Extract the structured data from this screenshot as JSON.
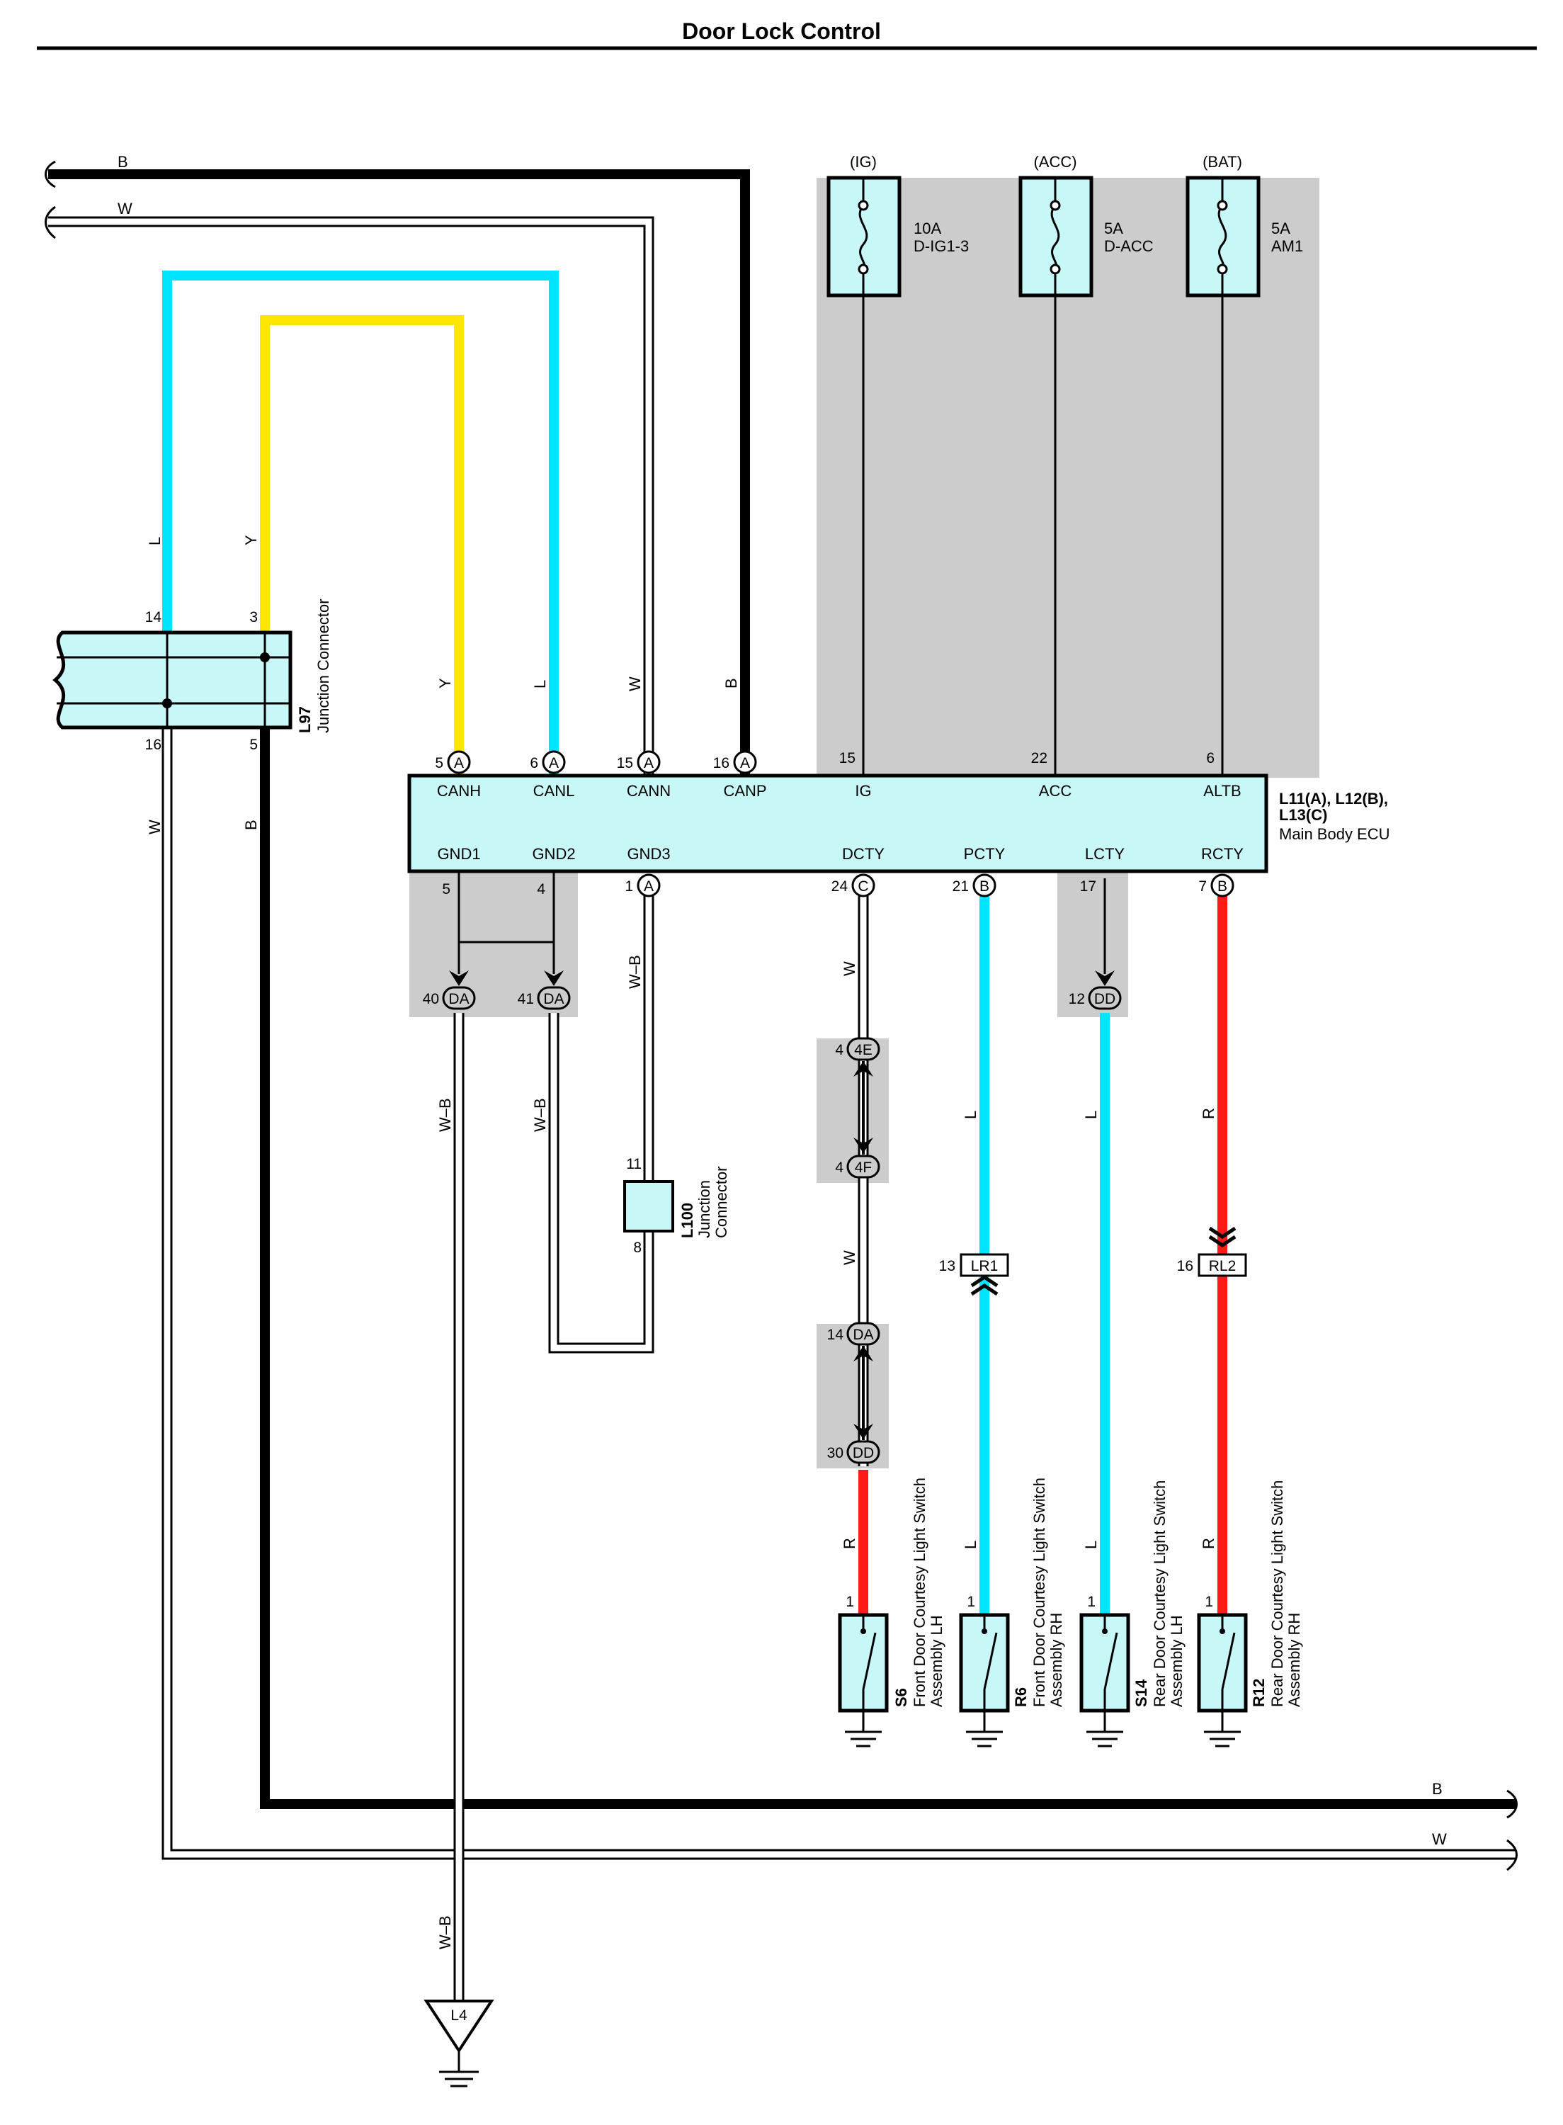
{
  "title": "Door Lock Control",
  "colors": {
    "B": "#000000",
    "W": "#ffffff",
    "L": "#00e5ff",
    "Y": "#ffe600",
    "R": "#ff1a1a",
    "component_fill": "#c8f7f7",
    "shade": "#cccccc"
  },
  "fuses": [
    {
      "source": "(IG)",
      "rating": "10A",
      "name": "D-IG1-3"
    },
    {
      "source": "(ACC)",
      "rating": "5A",
      "name": "D-ACC"
    },
    {
      "source": "(BAT)",
      "rating": "5A",
      "name": "AM1"
    }
  ],
  "ecu": {
    "id": "L11(A), L12(B),",
    "id2": "L13(C)",
    "name": "Main Body ECU",
    "top_pins": [
      {
        "pin": "5",
        "conn": "A",
        "name": "CANH"
      },
      {
        "pin": "6",
        "conn": "A",
        "name": "CANL"
      },
      {
        "pin": "15",
        "conn": "A",
        "name": "CANN"
      },
      {
        "pin": "16",
        "conn": "A",
        "name": "CANP"
      },
      {
        "pin": "15",
        "name": "IG"
      },
      {
        "pin": "22",
        "name": "ACC"
      },
      {
        "pin": "6",
        "name": "ALTB"
      }
    ],
    "bottom_pins": [
      {
        "pin": "5",
        "name": "GND1"
      },
      {
        "pin": "4",
        "name": "GND2"
      },
      {
        "pin": "1",
        "conn": "A",
        "name": "GND3"
      },
      {
        "pin": "24",
        "conn": "C",
        "name": "DCTY"
      },
      {
        "pin": "21",
        "conn": "B",
        "name": "PCTY"
      },
      {
        "pin": "17",
        "name": "LCTY"
      },
      {
        "pin": "7",
        "conn": "B",
        "name": "RCTY"
      }
    ]
  },
  "l97": {
    "id": "L97",
    "name": "Junction Connector",
    "pins": [
      "14",
      "3",
      "16",
      "5"
    ]
  },
  "l100": {
    "id": "L100",
    "name1": "Junction",
    "name2": "Connector",
    "pins": [
      "11",
      "8"
    ]
  },
  "junctions": [
    {
      "pin": "40",
      "code": "DA"
    },
    {
      "pin": "41",
      "code": "DA"
    },
    {
      "pin": "12",
      "code": "DD"
    },
    {
      "pin": "4",
      "code": "4E"
    },
    {
      "pin": "4",
      "code": "4F"
    },
    {
      "pin": "14",
      "code": "DA"
    },
    {
      "pin": "30",
      "code": "DD"
    },
    {
      "pin": "13",
      "code": "LR1"
    },
    {
      "pin": "16",
      "code": "RL2"
    }
  ],
  "switches": [
    {
      "id": "S6",
      "line1": "Front Door Courtesy Light Switch",
      "line2": "Assembly LH",
      "pin": "1"
    },
    {
      "id": "R6",
      "line1": "Front Door Courtesy Light Switch",
      "line2": "Assembly RH",
      "pin": "1"
    },
    {
      "id": "S14",
      "line1": "Rear Door Courtesy Light Switch",
      "line2": "Assembly LH",
      "pin": "1"
    },
    {
      "id": "R12",
      "line1": "Rear Door Courtesy Light Switch",
      "line2": "Assembly RH",
      "pin": "1"
    }
  ],
  "ground": {
    "id": "L4"
  },
  "wire_codes": {
    "b": "B",
    "w": "W",
    "l": "L",
    "y": "Y",
    "r": "R",
    "wb": "W–B"
  }
}
